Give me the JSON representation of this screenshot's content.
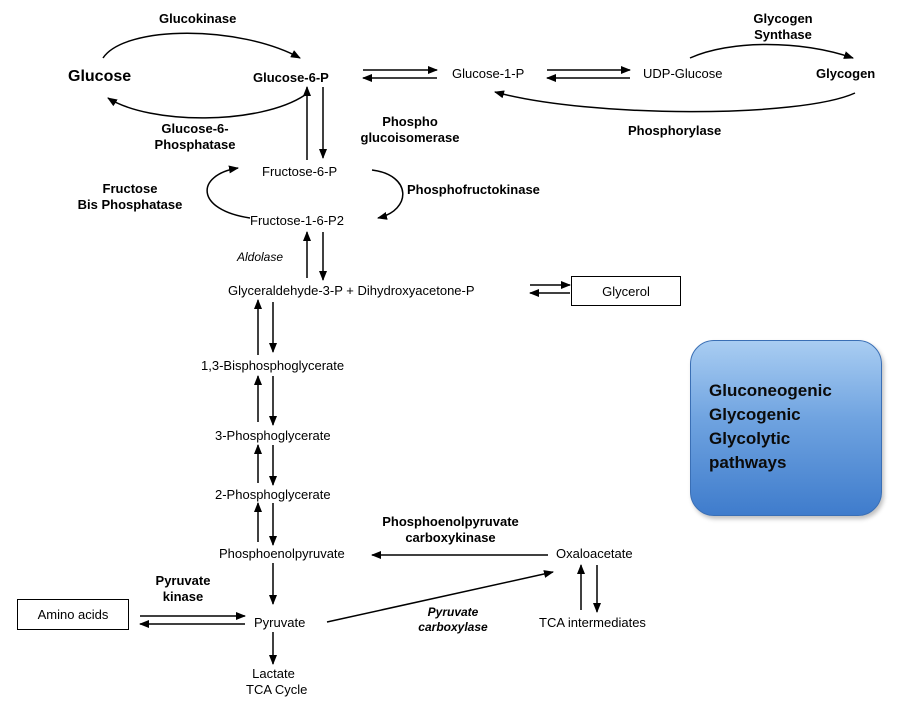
{
  "metabolites": {
    "glucose": "Glucose",
    "glucose_6_p": "Glucose-6-P",
    "glucose_1_p": "Glucose-1-P",
    "udp_glucose": "UDP-Glucose",
    "glycogen": "Glycogen",
    "fructose_6_p": "Fructose-6-P",
    "fructose_1_6_p2": "Fructose-1-6-P2",
    "glyceraldehyde_dhap": "Glyceraldehyde-3-P + Dihydroxyacetone-P",
    "bisphosphoglycerate": "1,3-Bisphosphoglycerate",
    "phosphoglycerate_3": "3-Phosphoglycerate",
    "phosphoglycerate_2": "2-Phosphoglycerate",
    "phosphoenolpyruvate": "Phosphoenolpyruvate",
    "oxaloacetate": "Oxaloacetate",
    "pyruvate": "Pyruvate",
    "tca_intermediates": "TCA intermediates",
    "lactate": "Lactate",
    "tca_cycle": "TCA Cycle"
  },
  "boxes": {
    "glycerol": "Glycerol",
    "amino_acids": "Amino acids"
  },
  "enzymes": {
    "glucokinase": "Glucokinase",
    "glucose_6_phosphatase_1": "Glucose-6-",
    "glucose_6_phosphatase_2": "Phosphatase",
    "glycogen_synthase_1": "Glycogen",
    "glycogen_synthase_2": "Synthase",
    "phosphorylase": "Phosphorylase",
    "phosphoglucoisomerase_1": "Phospho",
    "phosphoglucoisomerase_2": "glucoisomerase",
    "fructose_bisphosphatase_1": "Fructose",
    "fructose_bisphosphatase_2": "Bis Phosphatase",
    "phosphofructokinase": "Phosphofructokinase",
    "aldolase": "Aldolase",
    "pepck_1": "Phosphoenolpyruvate",
    "pepck_2": "carboxykinase",
    "pyruvate_kinase_1": "Pyruvate",
    "pyruvate_kinase_2": "kinase",
    "pyruvate_carboxylase_1": "Pyruvate",
    "pyruvate_carboxylase_2": "carboxylase"
  },
  "legend": {
    "line1": "Gluconeogenic",
    "line2": "Glycogenic",
    "line3": "Glycolytic",
    "line4": "pathways"
  },
  "colors": {
    "legend_fill": "#6fa3e0",
    "legend_border": "#3a6fb5",
    "arrow": "#000000"
  }
}
